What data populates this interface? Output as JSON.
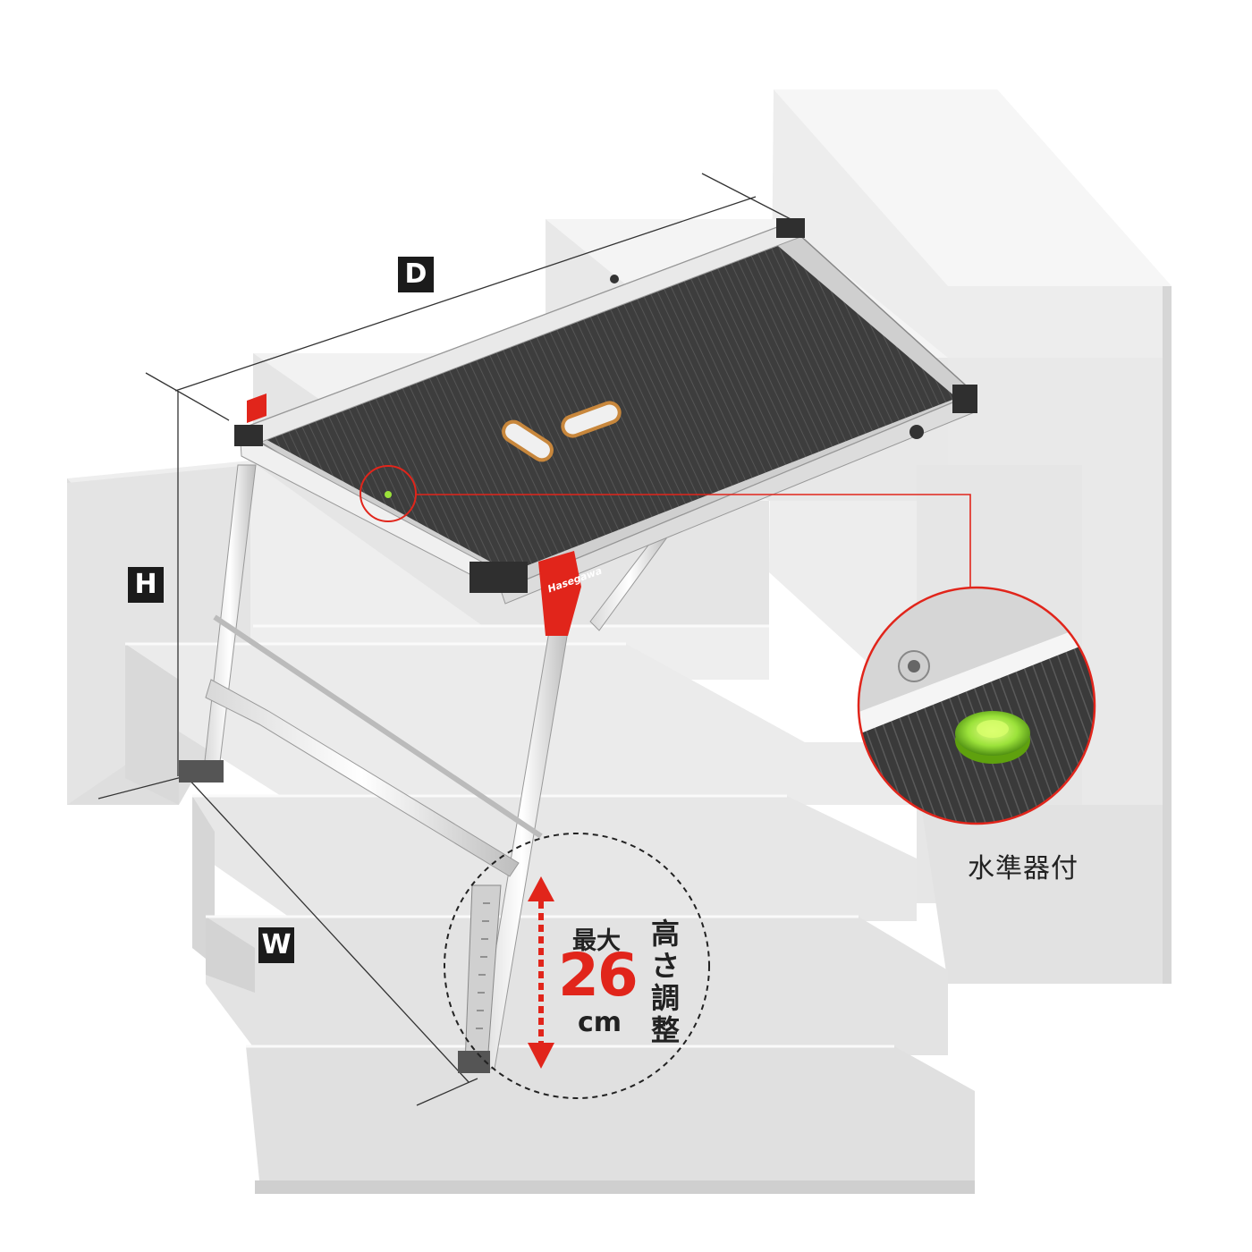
{
  "dimensions": {
    "depth_label": "D",
    "height_label": "H",
    "width_label": "W"
  },
  "feature_callout": {
    "caption": "水準器付"
  },
  "height_adjustment": {
    "max_label": "最大",
    "value": "26",
    "unit": "cm",
    "label": "高さ調整"
  },
  "brand": "Hasegawa",
  "colors": {
    "accent_red": "#e1251b",
    "tread_dark": "#3a3a3a",
    "stairs": "#e6e6e6",
    "level_bubble": "#9be23a"
  },
  "icons": {
    "height_arrow": "double-headed-vertical-arrow"
  }
}
